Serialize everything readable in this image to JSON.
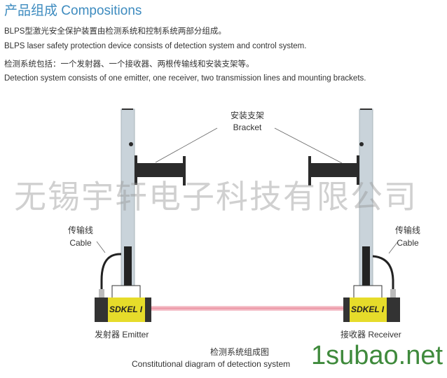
{
  "header": {
    "title": "产品组成  Compositions"
  },
  "paragraphs": [
    "BLPS型激光安全保护装置由检测系统和控制系统两部分组成。",
    "BLPS laser safety protection device consists of detection system and control system.",
    "检测系统包括：一个发射器、一个接收器、两根传输线和安装支架等。",
    "Detection system consists of one emitter, one receiver, two transmission lines and mounting brackets."
  ],
  "diagram": {
    "bracket_cn": "安装支架",
    "bracket_en": "Bracket",
    "cable_left_cn": "传输线",
    "cable_left_en": "Cable",
    "cable_right_cn": "传输线",
    "cable_right_en": "Cable",
    "emitter_brand": "SDKEL I",
    "receiver_brand": "SDKEL I",
    "emitter_label": "发射器 Emitter",
    "receiver_label": "接收器 Receiver",
    "caption_cn": "检测系统组成图",
    "caption_en": "Constitutional diagram of detection system",
    "colors": {
      "post": "#c9d3da",
      "yellow": "#e6dc2a",
      "beam": "#f0a7b4",
      "dark": "#2b2b2b"
    }
  },
  "watermark": "无锡宇轩电子科技有限公司",
  "site_mark": "1subao.net"
}
